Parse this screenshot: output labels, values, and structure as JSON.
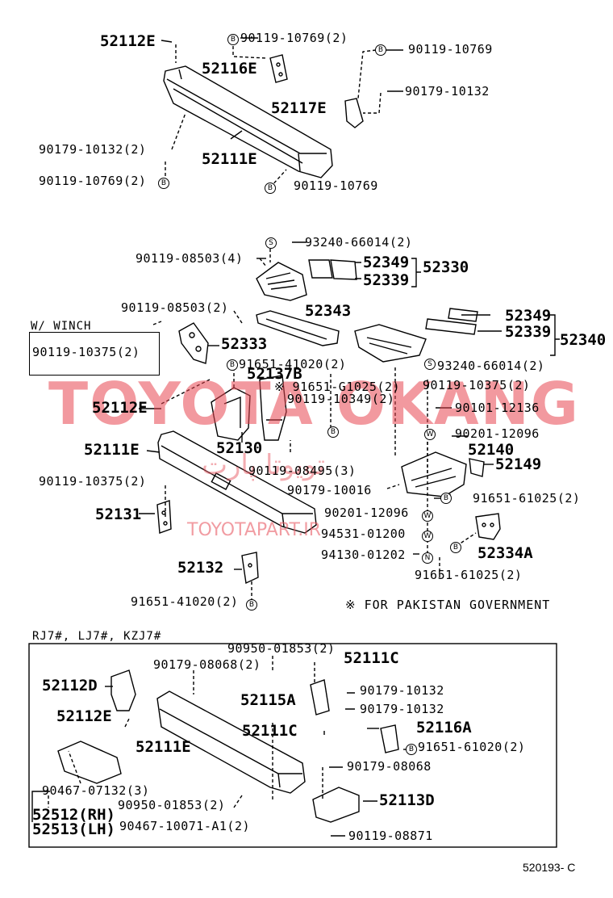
{
  "watermark": {
    "main": "TOYOTA OKANG",
    "persian": "تویوتا پارت",
    "sub": "TOYOTAPART.IR"
  },
  "diagram_code": "520193- C",
  "notes": {
    "winch_label": "W/ WINCH",
    "winch_part": "90119-10375(2)",
    "pakistan": "※ FOR PAKISTAN GOVERNMENT",
    "variant_label": "RJ7#, LJ7#, KZJ7#"
  },
  "labels": {
    "l01": "52112E",
    "l02": "90119-10769(2)",
    "l03": "90119-10769",
    "l04": "52116E",
    "l05": "90179-10132",
    "l06": "52117E",
    "l07": "90179-10132(2)",
    "l08": "52111E",
    "l09": "90119-10769(2)",
    "l10": "90119-10769",
    "l11": "93240-66014(2)",
    "l12": "90119-08503(4)",
    "l13": "52349",
    "l14": "52330",
    "l15": "52339",
    "l16": "90119-08503(2)",
    "l17": "52343",
    "l18": "52349",
    "l19": "52339",
    "l20": "52340",
    "l21": "52333",
    "l22": "91651-41020(2)",
    "l23": "52137B",
    "l24": "93240-66014(2)",
    "l25": "※ 91651-G1025(2)",
    "l26": "90119-10375(2)",
    "l27": "90119-10349(2)",
    "l28": "52112E",
    "l29": "90101-12136",
    "l30": "52111E",
    "l31": "52130",
    "l32": "90201-12096",
    "l33": "52140",
    "l34": "52149",
    "l35": "90119-08495(3)",
    "l36": "90119-10375(2)",
    "l37": "90179-10016",
    "l38": "91651-61025(2)",
    "l39": "52131",
    "l40": "90201-12096",
    "l41": "94531-01200",
    "l42": "52334A",
    "l43": "94130-01202",
    "l44": "52132",
    "l45": "91651-61025(2)",
    "l46": "91651-41020(2)",
    "l47": "90950-01853(2)",
    "l48": "90179-08068(2)",
    "l49": "52111C",
    "l50": "52112D",
    "l51": "90179-10132",
    "l52": "52115A",
    "l53": "90179-10132",
    "l54": "52112E",
    "l55": "52111C",
    "l56": "52116A",
    "l57": "52111E",
    "l58": "91651-61020(2)",
    "l59": "90179-08068",
    "l60": "90467-07132(3)",
    "l61": "52113D",
    "l62": "90950-01853(2)",
    "l63": "52512(RH)",
    "l64": "52513(LH)",
    "l65": "90467-10071-A1(2)",
    "l66": "90119-08871"
  }
}
